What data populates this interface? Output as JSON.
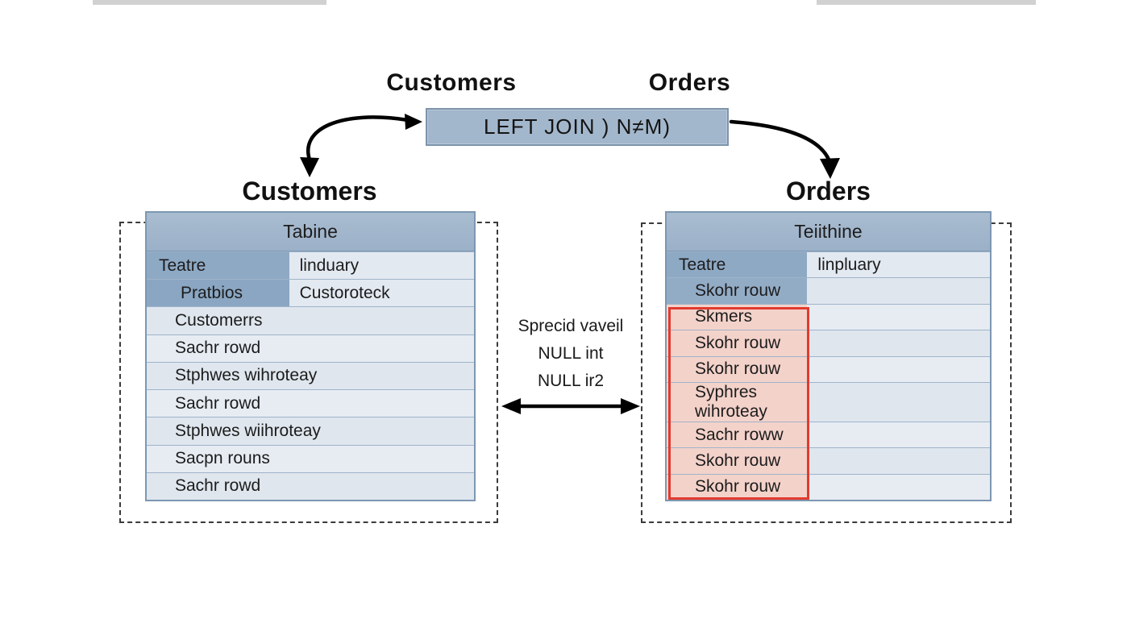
{
  "top_labels": {
    "customers": "Customers",
    "orders": "Orders"
  },
  "join": {
    "label": "LEFT JOIN ) N≠M)"
  },
  "left_panel": {
    "title": "Customers",
    "header": "Tabine",
    "kv_rows": [
      {
        "key": "Teatre",
        "value": "linduary"
      },
      {
        "key": "Pratbios",
        "value": "Custoroteck"
      }
    ],
    "rows": [
      "Customerrs",
      "Sachr rowd",
      "Stphwes wihroteay",
      "Sachr rowd",
      "Stphwes wiihroteay",
      "Sacpn rouns",
      "Sachr rowd"
    ]
  },
  "right_panel": {
    "title": "Orders",
    "header": "Teiithine",
    "kv_rows": [
      {
        "key": "Teatre",
        "value": "linpluary"
      }
    ],
    "plain_rows": [
      "Skohr rouw"
    ],
    "highlighted_rows": [
      "Skmers",
      "Skohr rouw",
      "Skohr rouw",
      "Syphres wihroteay",
      "Sachr roww",
      "Skohr rouw",
      "Skohr rouw"
    ]
  },
  "middle": {
    "line1": "Sprecid vaveil",
    "line2": "NULL int",
    "line3": "NULL ir2"
  },
  "colors": {
    "header_blue": "#9bb1c8",
    "key_blue": "#8ea9c4",
    "row_light": "#dfe6ee",
    "row_light_alt": "#e7ecf3",
    "highlight_fill": "#f3d2ca",
    "highlight_border": "#e23b2e",
    "join_fill": "#a3b7cc",
    "table_border": "#7d97b2"
  }
}
